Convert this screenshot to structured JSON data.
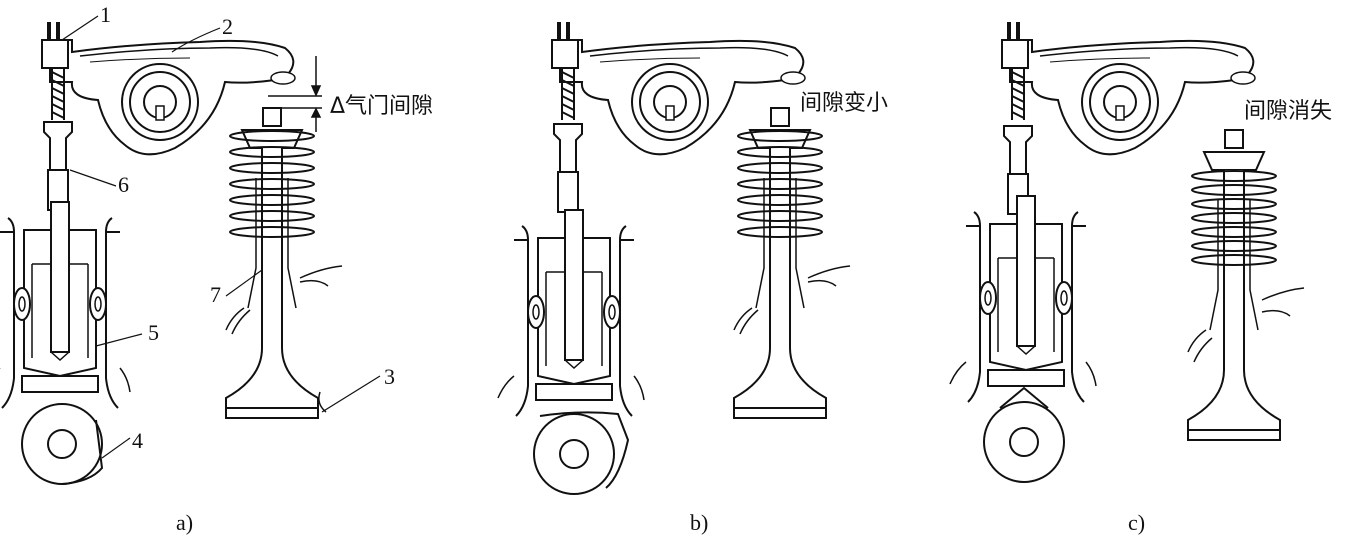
{
  "part_numbers": [
    "1",
    "2",
    "3",
    "4",
    "5",
    "6",
    "7"
  ],
  "annotations": {
    "valve_clearance": "Δ气门间隙",
    "clearance_smaller": "间隙变小",
    "clearance_gone": "间隙消失"
  },
  "captions": [
    "a)",
    "b)",
    "c)"
  ],
  "line_color": "#111111"
}
